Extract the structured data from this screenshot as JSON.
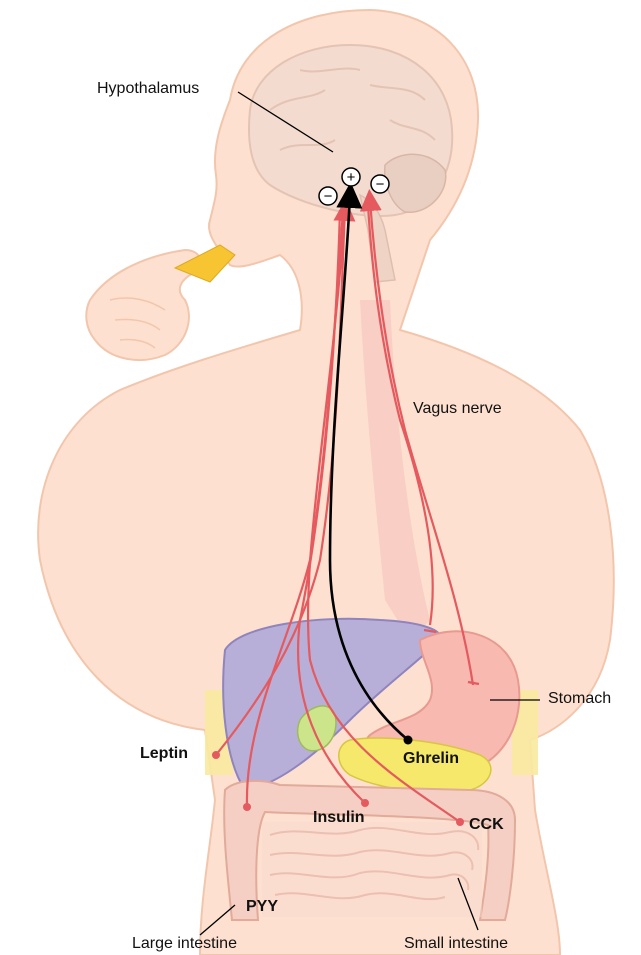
{
  "labels": {
    "hypothalamus": "Hypothalamus",
    "vagus_nerve": "Vagus nerve",
    "stomach": "Stomach",
    "leptin": "Leptin",
    "ghrelin": "Ghrelin",
    "insulin": "Insulin",
    "cck": "CCK",
    "pyy": "PYY",
    "large_intestine": "Large intestine",
    "small_intestine": "Small intestine"
  },
  "signs": {
    "stimulate": "+",
    "inhibit_left": "−",
    "inhibit_right": "−"
  },
  "colors": {
    "skin": "#fde0cf",
    "skin_outline": "#f2c6ad",
    "brain": "#f3dccf",
    "liver": "#b7afd8",
    "stomach": "#f7b9b0",
    "pancreas": "#f6e86a",
    "fat": "#f8eaa0",
    "food": "#f6c531",
    "inhibitory_pathway": "#e45a5f",
    "stimulatory_pathway": "#000000"
  }
}
